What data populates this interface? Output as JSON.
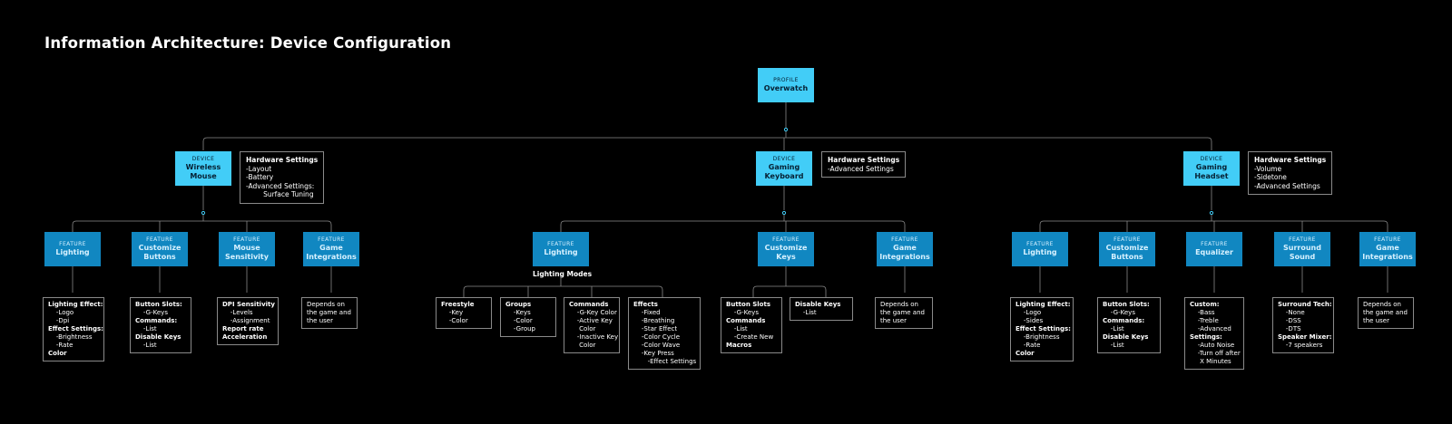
{
  "title": "Information Architecture: Device Configuration",
  "profile": {
    "type": "PROFILE",
    "label": "Overwatch"
  },
  "devices": [
    {
      "type": "DEVICE",
      "label": "Wireless\nMouse",
      "hardware": [
        "Hardware Settings",
        "-Layout",
        "-Battery",
        "-Advanced Settings:",
        "        Surface Tuning"
      ],
      "features": [
        {
          "type": "FEATURE",
          "label": "Lighting",
          "details": [
            {
              "t": "Lighting Effect:",
              "b": true
            },
            {
              "t": "    -Logo"
            },
            {
              "t": "    -Dpi"
            },
            {
              "t": "Effect Settings:",
              "b": true
            },
            {
              "t": "    -Brightness"
            },
            {
              "t": "    -Rate"
            },
            {
              "t": "Color",
              "b": true
            }
          ]
        },
        {
          "type": "FEATURE",
          "label": "Customize\nButtons",
          "details": [
            {
              "t": "Button Slots:",
              "b": true
            },
            {
              "t": "    -G-Keys"
            },
            {
              "t": "Commands:",
              "b": true
            },
            {
              "t": "    -List"
            },
            {
              "t": "Disable Keys",
              "b": true
            },
            {
              "t": "    -List"
            }
          ]
        },
        {
          "type": "FEATURE",
          "label": "Mouse\nSensitivity",
          "details": [
            {
              "t": "DPI Sensitivity",
              "b": true
            },
            {
              "t": "    -Levels"
            },
            {
              "t": "    -Assignment"
            },
            {
              "t": "Report rate",
              "b": true
            },
            {
              "t": "Acceleration",
              "b": true
            }
          ]
        },
        {
          "type": "FEATURE",
          "label": "Game\nIntegrations",
          "details": [
            {
              "t": "Depends on"
            },
            {
              "t": "the game and"
            },
            {
              "t": "the user"
            }
          ]
        }
      ]
    },
    {
      "type": "DEVICE",
      "label": "Gaming\nKeyboard",
      "hardware": [
        "Hardware Settings",
        "-Advanced Settings"
      ],
      "features": [
        {
          "type": "FEATURE",
          "label": "Lighting",
          "sublabel": "Lighting Modes",
          "subboxes": [
            [
              {
                "t": "Freestyle",
                "b": true
              },
              {
                "t": "    -Key"
              },
              {
                "t": "    -Color"
              }
            ],
            [
              {
                "t": "Groups",
                "b": true
              },
              {
                "t": "    -Keys"
              },
              {
                "t": "    -Color"
              },
              {
                "t": "    -Group"
              }
            ],
            [
              {
                "t": "Commands",
                "b": true
              },
              {
                "t": "    -G-Key Color"
              },
              {
                "t": "    -Active Key"
              },
              {
                "t": "     Color"
              },
              {
                "t": "    -Inactive Key"
              },
              {
                "t": "     Color"
              }
            ],
            [
              {
                "t": "Effects",
                "b": true
              },
              {
                "t": "    -Fixed"
              },
              {
                "t": "    -Breathing"
              },
              {
                "t": "    -Star Effect"
              },
              {
                "t": "    -Color Cycle"
              },
              {
                "t": "    -Color Wave"
              },
              {
                "t": "    -Key Press"
              },
              {
                "t": "       -Effect Settings"
              }
            ]
          ]
        },
        {
          "type": "FEATURE",
          "label": "Customize\nKeys",
          "subboxes": [
            [
              {
                "t": "Button Slots",
                "b": true
              },
              {
                "t": "    -G-Keys"
              },
              {
                "t": "Commands",
                "b": true
              },
              {
                "t": "    -List"
              },
              {
                "t": "    -Create New"
              },
              {
                "t": "Macros",
                "b": true
              }
            ],
            [
              {
                "t": "Disable Keys",
                "b": true
              },
              {
                "t": "    -List"
              }
            ]
          ]
        },
        {
          "type": "FEATURE",
          "label": "Game\nIntegrations",
          "details": [
            {
              "t": "Depends on"
            },
            {
              "t": "the game and"
            },
            {
              "t": "the user"
            }
          ]
        }
      ]
    },
    {
      "type": "DEVICE",
      "label": "Gaming\nHeadset",
      "hardware": [
        "Hardware Settings",
        "-Volume",
        "-Sidetone",
        "-Advanced Settings"
      ],
      "features": [
        {
          "type": "FEATURE",
          "label": "Lighting",
          "details": [
            {
              "t": "Lighting Effect:",
              "b": true
            },
            {
              "t": "    -Logo"
            },
            {
              "t": "    -Sides"
            },
            {
              "t": "Effect Settings:",
              "b": true
            },
            {
              "t": "    -Brightness"
            },
            {
              "t": "    -Rate"
            },
            {
              "t": "Color",
              "b": true
            }
          ]
        },
        {
          "type": "FEATURE",
          "label": "Customize\nButtons",
          "details": [
            {
              "t": "Button Slots:",
              "b": true
            },
            {
              "t": "    -G-Keys"
            },
            {
              "t": "Commands:",
              "b": true
            },
            {
              "t": "    -List"
            },
            {
              "t": "Disable Keys",
              "b": true
            },
            {
              "t": "    -List"
            }
          ]
        },
        {
          "type": "FEATURE",
          "label": "Equalizer",
          "details": [
            {
              "t": "Custom:",
              "b": true
            },
            {
              "t": "    -Bass"
            },
            {
              "t": "    -Treble"
            },
            {
              "t": "    -Advanced"
            },
            {
              "t": "Settings:",
              "b": true
            },
            {
              "t": "    -Auto Noise"
            },
            {
              "t": "    -Turn off after"
            },
            {
              "t": "     X Minutes"
            }
          ]
        },
        {
          "type": "FEATURE",
          "label": "Surround\nSound",
          "details": [
            {
              "t": "Surround Tech:",
              "b": true
            },
            {
              "t": "    -None"
            },
            {
              "t": "    -DSS"
            },
            {
              "t": "    -DTS"
            },
            {
              "t": "Speaker Mixer:",
              "b": true
            },
            {
              "t": "    -7 speakers"
            }
          ]
        },
        {
          "type": "FEATURE",
          "label": "Game\nIntegrations",
          "details": [
            {
              "t": "Depends on"
            },
            {
              "t": "the game and"
            },
            {
              "t": "the user"
            }
          ]
        }
      ]
    }
  ],
  "colors": {
    "background": "#000000",
    "device": "#42cdf7",
    "feature": "#1187c1",
    "connector": "#8a8a8a",
    "dot": "#42cdf7"
  }
}
